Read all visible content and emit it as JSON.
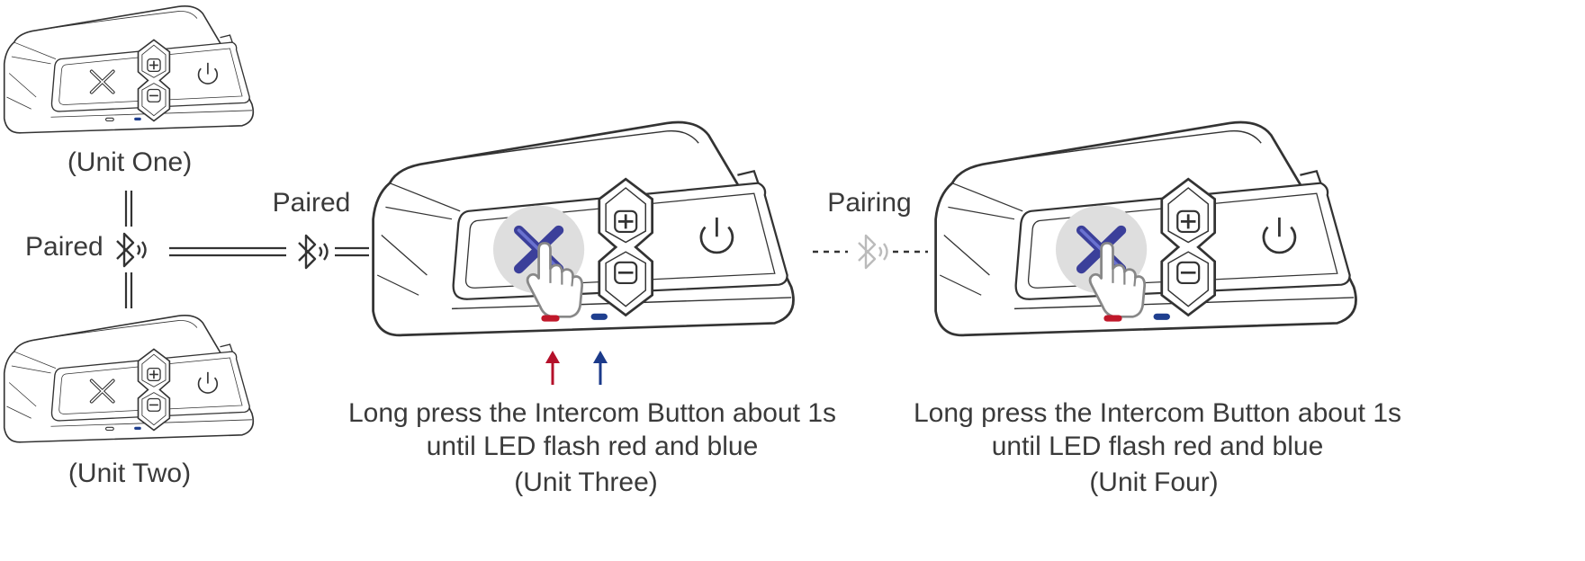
{
  "units": {
    "unit1": {
      "caption": "(Unit One)"
    },
    "unit2": {
      "caption": "(Unit Two)"
    },
    "unit3": {
      "caption": "(Unit Three)",
      "instruction_line1": "Long press the Intercom Button about 1s",
      "instruction_line2": "until LED flash red and blue"
    },
    "unit4": {
      "caption": "(Unit Four)",
      "instruction_line1": "Long press the Intercom Button about 1s",
      "instruction_line2": "until LED flash red and blue"
    }
  },
  "links": {
    "left_label": "Paired",
    "middle_label": "Paired",
    "right_label": "Pairing"
  },
  "colors": {
    "line": "#333333",
    "led_red": "#c0182a",
    "led_blue": "#1f3f8f",
    "arrow_red": "#b4102a",
    "arrow_blue": "#1b3a8a",
    "highlight": "#4a55b8",
    "faint": "#bbbbbb"
  },
  "icons": [
    "bluetooth-icon",
    "intercom-x-icon",
    "plus-icon",
    "minus-icon",
    "power-icon",
    "hand-pointer-icon",
    "up-arrow-icon"
  ]
}
